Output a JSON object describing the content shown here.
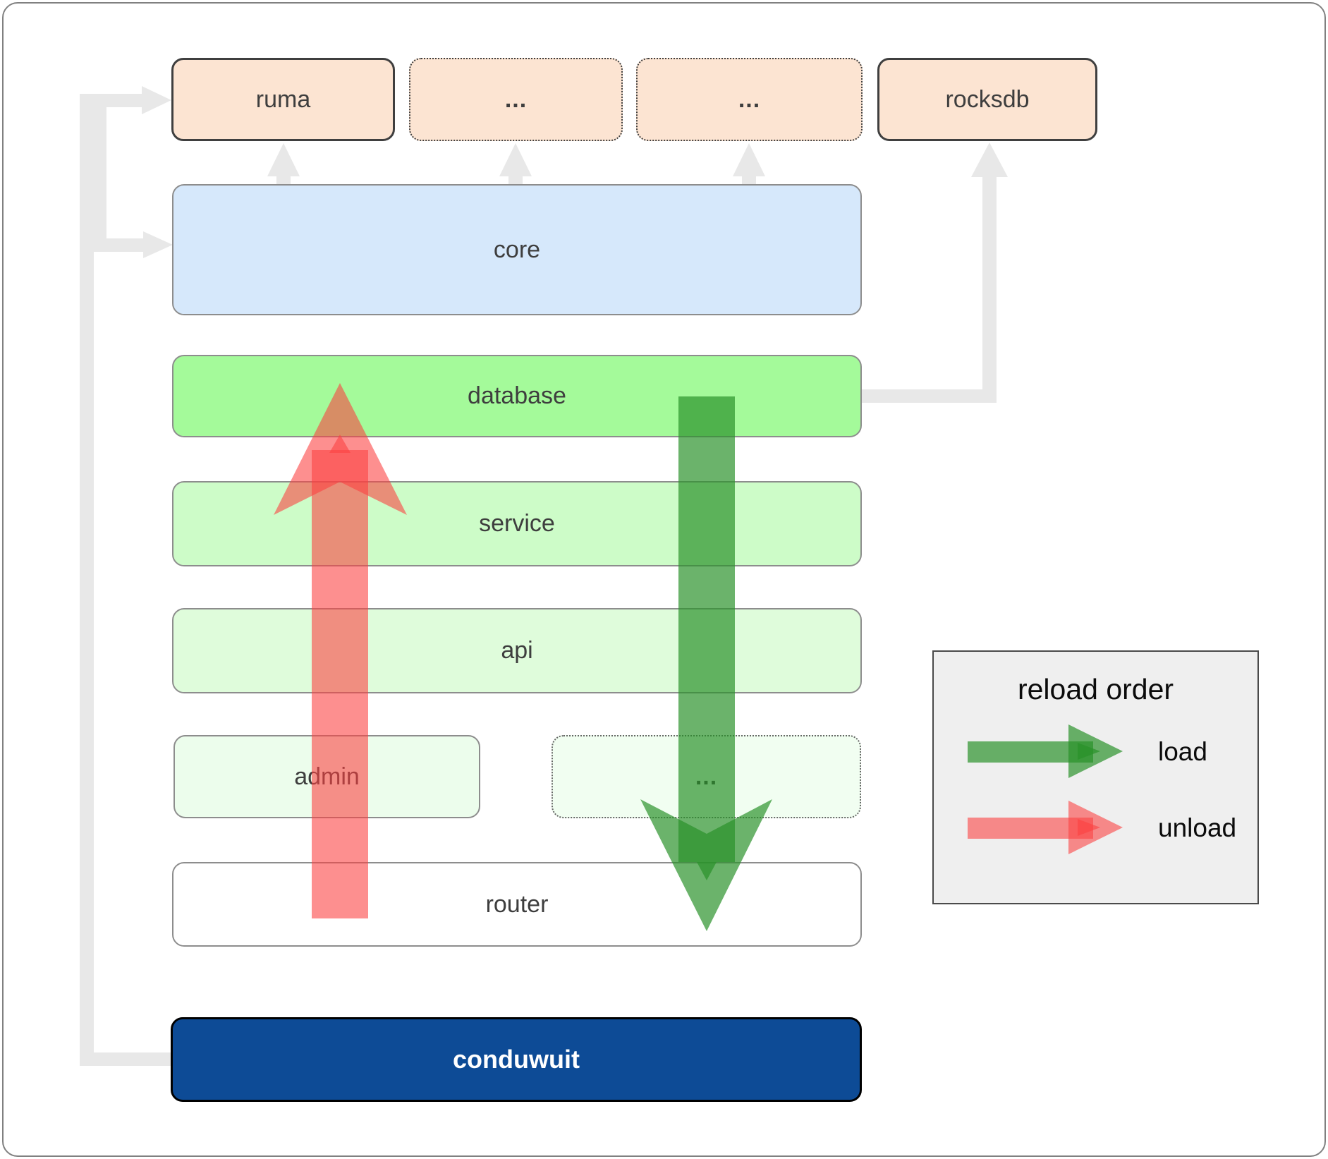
{
  "boxes": {
    "ruma": "ruma",
    "dep_more_1": "...",
    "dep_more_2": "...",
    "rocksdb": "rocksdb",
    "core": "core",
    "database": "database",
    "service": "service",
    "api": "api",
    "admin": "admin",
    "service_more": "...",
    "router": "router",
    "conduwuit": "conduwuit"
  },
  "legend": {
    "title": "reload order",
    "load": "load",
    "unload": "unload"
  },
  "colors": {
    "dependency_box": "#fce4d2",
    "core_box": "#d6e8fb",
    "database_box": "#a4fa9a",
    "service_box": "#cdfcc8",
    "api_box": "#dffcdb",
    "admin_box": "#ecfdec",
    "router_box": "#ffffff",
    "conduwuit_box": "#0d4b96",
    "connector_gray": "#e8e8e8",
    "load_arrow_green": "rgba(40,145,40,0.69)",
    "unload_arrow_red": "rgba(251,64,64,0.59)"
  }
}
